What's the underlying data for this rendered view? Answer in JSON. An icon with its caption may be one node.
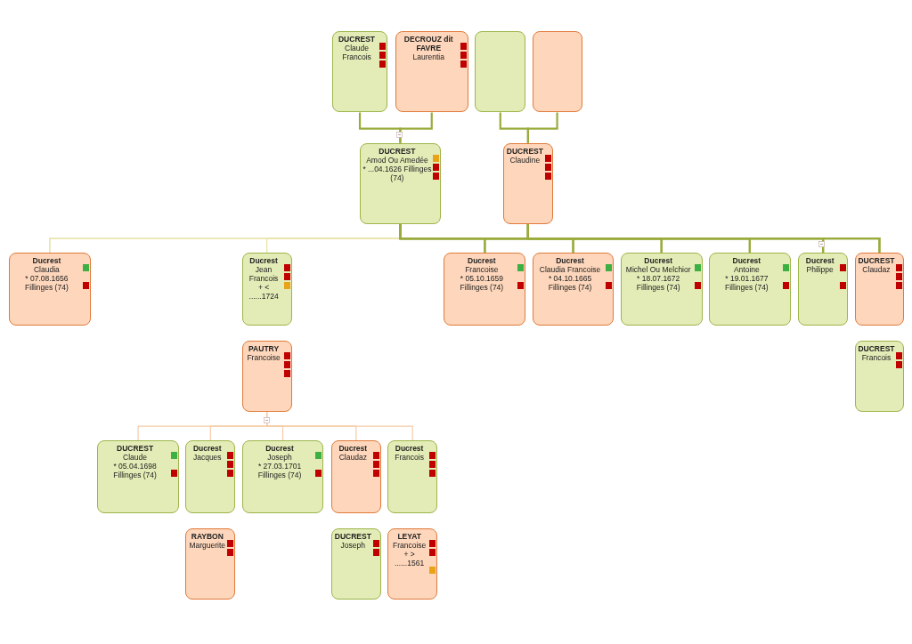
{
  "diagram": {
    "nodes": [
      {
        "text": [
          "DUCREST",
          "Claude Francois"
        ]
      },
      {
        "text": [
          "DECROUZ dit FAVRE",
          "Laurentia"
        ]
      },
      {
        "text": [],
        "shape": "box"
      },
      {
        "text": [],
        "shape": "box"
      },
      {
        "text": [
          "DUCREST",
          "Amod Ou Amedée",
          "* ...04.1626 Fillinges (74)"
        ]
      },
      {
        "text": [
          "DUCREST",
          "Claudine"
        ]
      },
      {
        "text": [
          "Ducrest",
          "Claudia",
          "* 07.08.1656 Fillinges (74)"
        ]
      },
      {
        "text": [
          "Ducrest",
          "Jean Francois",
          "+ < ......1724"
        ]
      },
      {
        "text": [
          "Ducrest",
          "Francoise",
          "* 05.10.1659 Fillinges (74)"
        ]
      },
      {
        "text": [
          "Ducrest",
          "Claudia Francoise",
          "* 04.10.1665 Fillinges (74)"
        ]
      },
      {
        "text": [
          "Ducrest",
          "Michel Ou Melchior",
          "* 18.07.1672 Fillinges (74)"
        ]
      },
      {
        "text": [
          "Ducrest",
          "Antoine",
          "* 19.01.1677 Fillinges (74)"
        ]
      },
      {
        "text": [
          "Ducrest",
          "Philippe"
        ]
      },
      {
        "text": [
          "DUCREST",
          "Claudaz"
        ]
      },
      {
        "text": [
          "DUCREST",
          "Francois"
        ]
      },
      {
        "text": [
          "PAUTRY",
          "Francoise"
        ]
      },
      {
        "text": [
          "DUCREST",
          "Claude",
          "* 05.04.1698 Fillinges (74)"
        ]
      },
      {
        "text": [
          "Ducrest",
          "Jacques"
        ]
      },
      {
        "text": [
          "Ducrest",
          "Joseph",
          "* 27.03.1701 Fillinges (74)"
        ]
      },
      {
        "text": [
          "Ducrest",
          "Claudaz"
        ]
      },
      {
        "text": [
          "Ducrest",
          "Francois"
        ]
      },
      {
        "text": [
          "RAYBON",
          "Marguerite"
        ]
      },
      {
        "text": [
          "DUCREST",
          "Joseph"
        ]
      },
      {
        "text": [
          "LEYAT",
          "Francoise",
          "+ > ......1561"
        ]
      }
    ],
    "edges": [
      {
        "from": 0,
        "to": 4,
        "arrow": "none"
      },
      {
        "from": 1,
        "to": 4,
        "arrow": "none"
      },
      {
        "from": 2,
        "to": 5,
        "arrow": "none"
      },
      {
        "from": 3,
        "to": 5,
        "arrow": "none"
      },
      {
        "from": 4,
        "to": 6,
        "arrow": "none",
        "color": "#e8e4aa"
      },
      {
        "from": 5,
        "to": 6,
        "arrow": "none",
        "color": "#e8e4aa"
      },
      {
        "from": 4,
        "to": 7,
        "arrow": "none",
        "color": "#e8e4aa"
      },
      {
        "from": 5,
        "to": 7,
        "arrow": "none",
        "color": "#e8e4aa"
      },
      {
        "from": 4,
        "to": 8,
        "arrow": "none"
      },
      {
        "from": 5,
        "to": 8,
        "arrow": "none"
      },
      {
        "from": 4,
        "to": 9,
        "arrow": "none"
      },
      {
        "from": 5,
        "to": 9,
        "arrow": "none"
      },
      {
        "from": 4,
        "to": 10,
        "arrow": "none"
      },
      {
        "from": 5,
        "to": 10,
        "arrow": "none"
      },
      {
        "from": 4,
        "to": 11,
        "arrow": "none"
      },
      {
        "from": 5,
        "to": 11,
        "arrow": "none"
      },
      {
        "from": 4,
        "to": 12,
        "arrow": "none"
      },
      {
        "from": 5,
        "to": 12,
        "arrow": "none"
      },
      {
        "from": 4,
        "to": 13,
        "arrow": "none"
      },
      {
        "from": 5,
        "to": 13,
        "arrow": "none"
      },
      {
        "from": 15,
        "to": 16,
        "arrow": "none",
        "color": "#f6cba8"
      },
      {
        "from": 15,
        "to": 17,
        "arrow": "none",
        "color": "#f6cba8"
      },
      {
        "from": 15,
        "to": 18,
        "arrow": "none",
        "color": "#f6cba8"
      },
      {
        "from": 15,
        "to": 19,
        "arrow": "none",
        "color": "#f6cba8"
      },
      {
        "from": 15,
        "to": 20,
        "arrow": "none",
        "color": "#f6cba8"
      }
    ]
  }
}
